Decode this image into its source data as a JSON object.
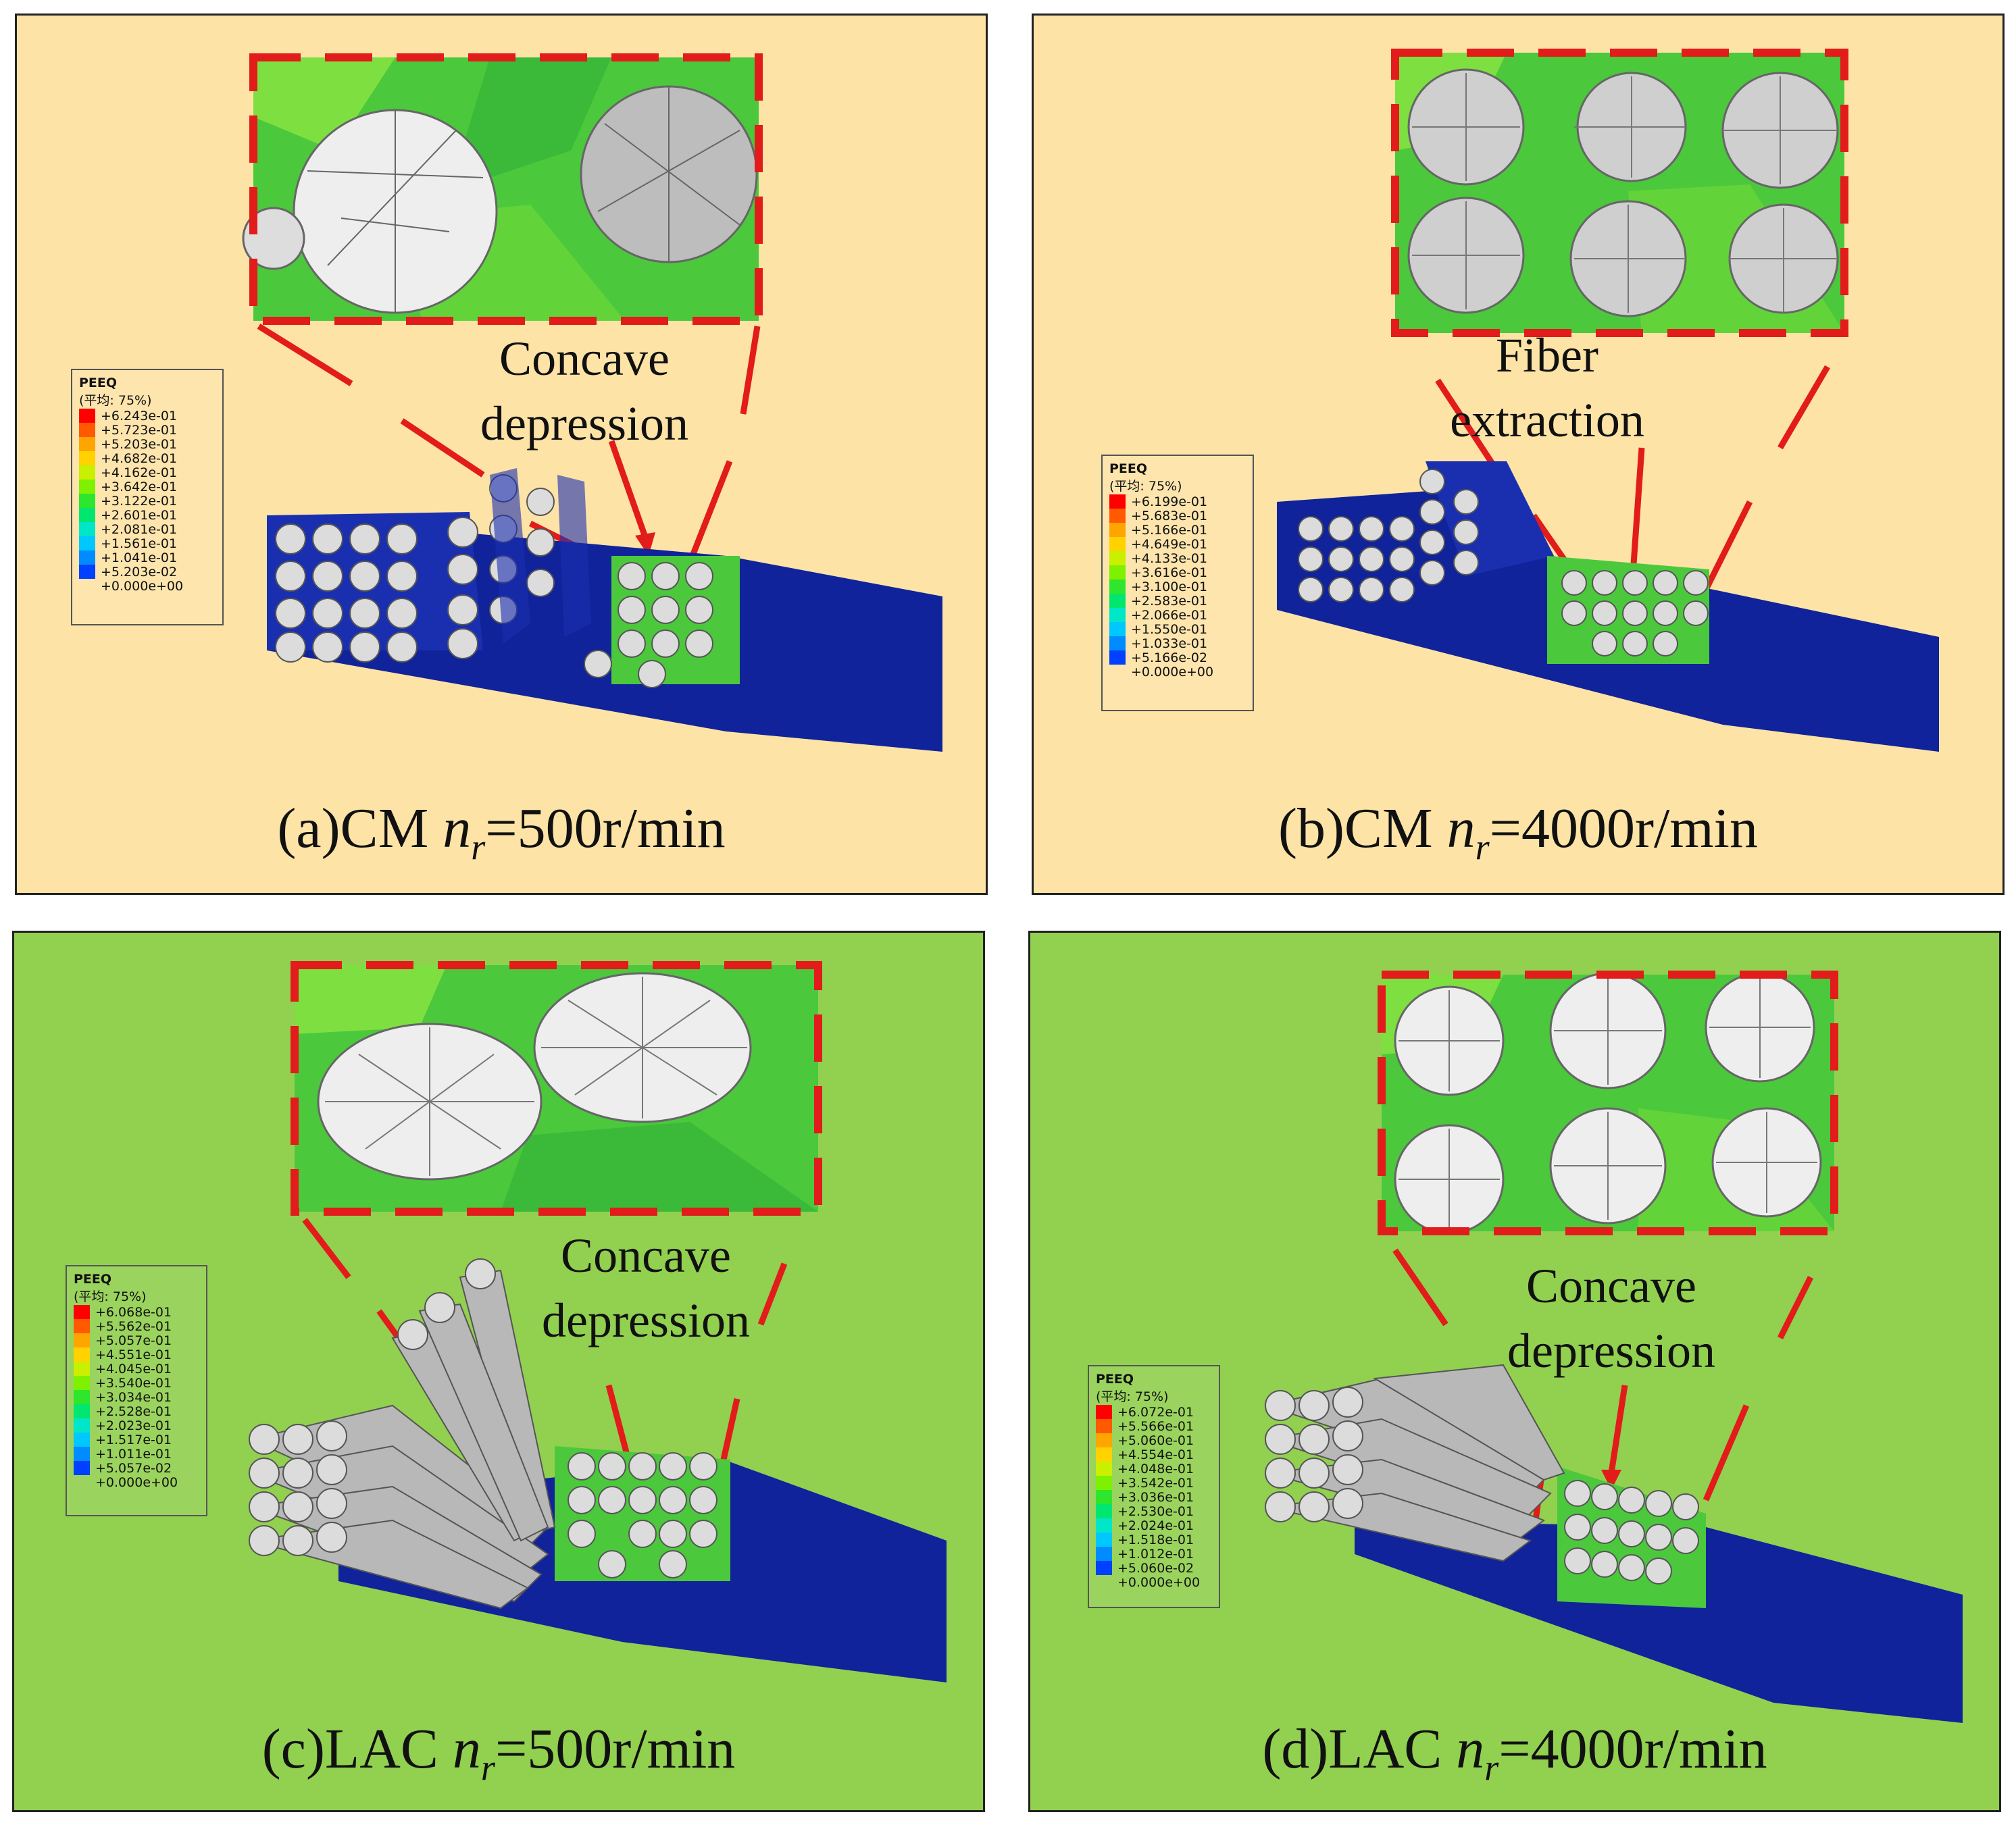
{
  "colors": {
    "cm_bg": "#fde3a6",
    "lac_bg": "#92d050",
    "callout_red": "#e21b1b",
    "model_blue": "#10239a",
    "fiber_gray": "#cfcfcf",
    "matrix_green": "#4cc83c"
  },
  "legend_colors": [
    "#ff0000",
    "#ff5a00",
    "#ffa500",
    "#ffd200",
    "#c8f000",
    "#7ff000",
    "#2ee62e",
    "#00e66e",
    "#00e6c8",
    "#00c8ff",
    "#008cff",
    "#0040ff",
    "#0000ff"
  ],
  "panels": [
    {
      "caption_prefix": "(a)CM ",
      "caption_var": "n",
      "caption_sub": "r",
      "caption_suffix": "=500r/min",
      "annotation_line1": "Concave",
      "annotation_line2": "depression",
      "legend": {
        "title": "PEEQ",
        "subtitle": "(平均: 75%)",
        "values": [
          "+6.243e-01",
          "+5.723e-01",
          "+5.203e-01",
          "+4.682e-01",
          "+4.162e-01",
          "+3.642e-01",
          "+3.122e-01",
          "+2.601e-01",
          "+2.081e-01",
          "+1.561e-01",
          "+1.041e-01",
          "+5.203e-02",
          "+0.000e+00"
        ]
      }
    },
    {
      "caption_prefix": "(b)CM ",
      "caption_var": "n",
      "caption_sub": "r",
      "caption_suffix": "=4000r/min",
      "annotation_line1": "Fiber",
      "annotation_line2": "extraction",
      "legend": {
        "title": "PEEQ",
        "subtitle": "(平均: 75%)",
        "values": [
          "+6.199e-01",
          "+5.683e-01",
          "+5.166e-01",
          "+4.649e-01",
          "+4.133e-01",
          "+3.616e-01",
          "+3.100e-01",
          "+2.583e-01",
          "+2.066e-01",
          "+1.550e-01",
          "+1.033e-01",
          "+5.166e-02",
          "+0.000e+00"
        ]
      }
    },
    {
      "caption_prefix": "(c)LAC ",
      "caption_var": "n",
      "caption_sub": "r",
      "caption_suffix": "=500r/min",
      "annotation_line1": "Concave",
      "annotation_line2": "depression",
      "legend": {
        "title": "PEEQ",
        "subtitle": "(平均: 75%)",
        "values": [
          "+6.068e-01",
          "+5.562e-01",
          "+5.057e-01",
          "+4.551e-01",
          "+4.045e-01",
          "+3.540e-01",
          "+3.034e-01",
          "+2.528e-01",
          "+2.023e-01",
          "+1.517e-01",
          "+1.011e-01",
          "+5.057e-02",
          "+0.000e+00"
        ]
      }
    },
    {
      "caption_prefix": "(d)LAC ",
      "caption_var": "n",
      "caption_sub": "r",
      "caption_suffix": "=4000r/min",
      "annotation_line1": "Concave",
      "annotation_line2": "depression",
      "legend": {
        "title": "PEEQ",
        "subtitle": "(平均: 75%)",
        "values": [
          "+6.072e-01",
          "+5.566e-01",
          "+5.060e-01",
          "+4.554e-01",
          "+4.048e-01",
          "+3.542e-01",
          "+3.036e-01",
          "+2.530e-01",
          "+2.024e-01",
          "+1.518e-01",
          "+1.012e-01",
          "+5.060e-02",
          "+0.000e+00"
        ]
      }
    }
  ]
}
